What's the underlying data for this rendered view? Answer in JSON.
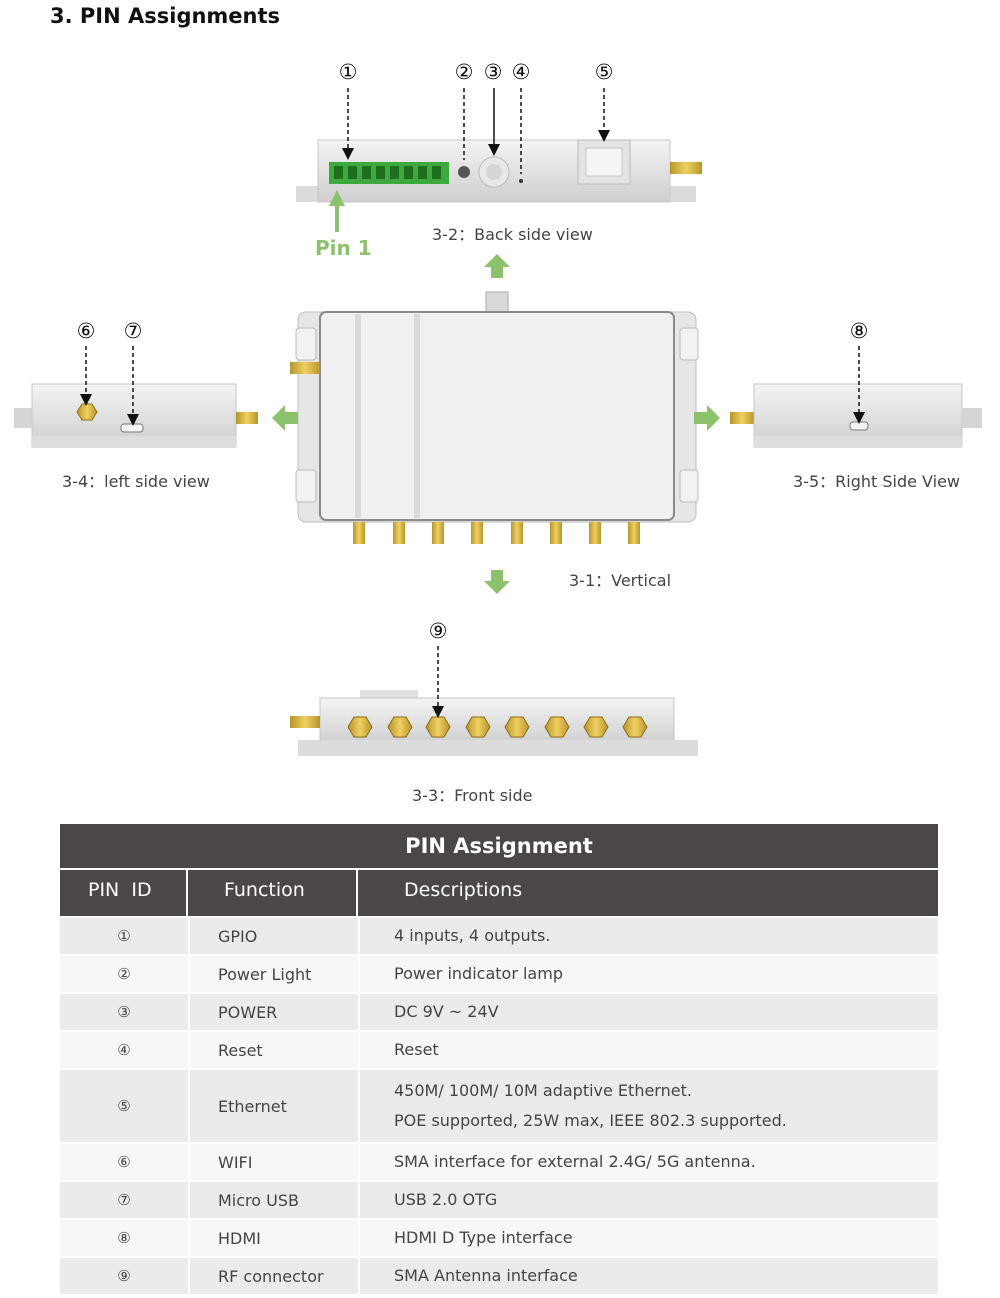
{
  "heading": "3. PIN Assignments",
  "markers": {
    "m1": "①",
    "m2": "②",
    "m3": "③",
    "m4": "④",
    "m5": "⑤",
    "m6": "⑥",
    "m7": "⑦",
    "m8": "⑧",
    "m9": "⑨"
  },
  "pin1_label": "Pin 1",
  "captions": {
    "back": "3-2：Back side view",
    "left": "3-4：left side view",
    "right": "3-5：Right Side View",
    "vertical": "3-1：Vertical",
    "front": "3-3：Front side"
  },
  "colors": {
    "arrow_green": "#8cc26b",
    "table_header": "#4b4746",
    "terminal_green": "#3caa3c",
    "connector_gold": "#d4b43c"
  },
  "table": {
    "title": "PIN Assignment",
    "headers": [
      "PIN  ID",
      "Function",
      "Descriptions"
    ],
    "rows": [
      {
        "id": "①",
        "function": "GPIO",
        "desc": [
          "4 inputs, 4 outputs."
        ]
      },
      {
        "id": "②",
        "function": "Power Light",
        "desc": [
          "Power indicator lamp"
        ]
      },
      {
        "id": "③",
        "function": "POWER",
        "desc": [
          "DC 9V ~ 24V"
        ]
      },
      {
        "id": "④",
        "function": "Reset",
        "desc": [
          "Reset"
        ]
      },
      {
        "id": "⑤",
        "function": "Ethernet",
        "desc": [
          "450M/ 100M/ 10M adaptive Ethernet.",
          "POE supported, 25W max, IEEE 802.3 supported."
        ]
      },
      {
        "id": "⑥",
        "function": "WIFI",
        "desc": [
          "SMA interface for external 2.4G/ 5G antenna."
        ]
      },
      {
        "id": "⑦",
        "function": "Micro USB",
        "desc": [
          "USB 2.0 OTG"
        ]
      },
      {
        "id": "⑧",
        "function": "HDMI",
        "desc": [
          "HDMI D Type interface"
        ]
      },
      {
        "id": "⑨",
        "function": "RF connector",
        "desc": [
          "SMA Antenna interface"
        ]
      }
    ]
  }
}
